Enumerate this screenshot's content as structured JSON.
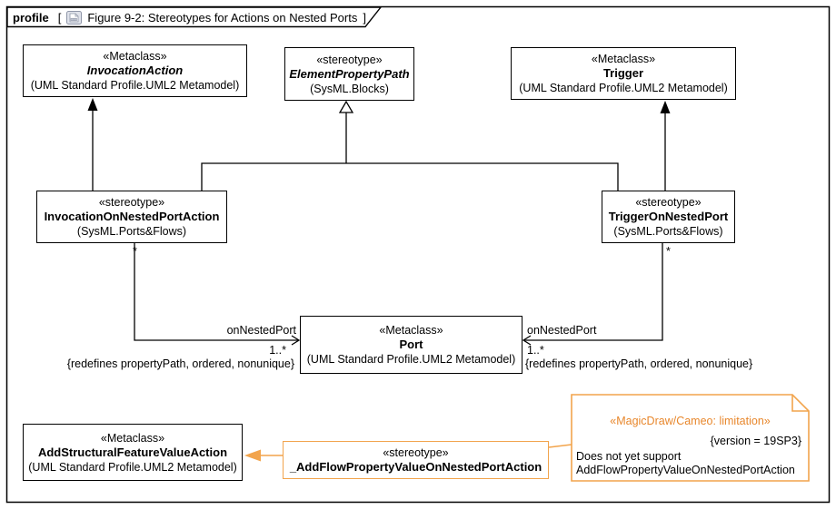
{
  "frame": {
    "kind": "profile",
    "open_bracket": "[",
    "title": "Figure 9-2: Stereotypes for Actions on Nested Ports",
    "close_bracket": "]",
    "icon": "diagram-icon"
  },
  "boxes": {
    "invocation_action": {
      "keyword": "«Metaclass»",
      "name": "InvocationAction",
      "package": "(UML Standard Profile.UML2 Metamodel)"
    },
    "element_property_path": {
      "keyword": "«stereotype»",
      "name": "ElementPropertyPath",
      "package": "(SysML.Blocks)"
    },
    "trigger": {
      "keyword": "«Metaclass»",
      "name": "Trigger",
      "package": "(UML Standard Profile.UML2 Metamodel)"
    },
    "invocation_on_nested_port_action": {
      "keyword": "«stereotype»",
      "name": "InvocationOnNestedPortAction",
      "package": "(SysML.Ports&Flows)"
    },
    "trigger_on_nested_port": {
      "keyword": "«stereotype»",
      "name": "TriggerOnNestedPort",
      "package": "(SysML.Ports&Flows)"
    },
    "port": {
      "keyword": "«Metaclass»",
      "name": "Port",
      "package": "(UML Standard Profile.UML2 Metamodel)"
    },
    "add_structural_feature_value_action": {
      "keyword": "«Metaclass»",
      "name": "AddStructuralFeatureValueAction",
      "package": "(UML Standard Profile.UML2 Metamodel)"
    },
    "add_flow_property_value_on_nested_port_action": {
      "keyword": "«stereotype»",
      "name": "_AddFlowPropertyValueOnNestedPortAction"
    }
  },
  "associations": {
    "left": {
      "role": "onNestedPort",
      "target_multiplicity": "1..*",
      "source_multiplicity": "*",
      "constraint": "{redefines propertyPath, ordered, nonunique}"
    },
    "right": {
      "role": "onNestedPort",
      "target_multiplicity": "1..*",
      "source_multiplicity": "*",
      "constraint": "{redefines propertyPath, ordered, nonunique}"
    }
  },
  "note": {
    "keyword": "«MagicDraw/Cameo: limitation»",
    "tag": "{version = 19SP3}",
    "body": "Does not yet support\nAddFlowPropertyValueOnNestedPortAction"
  },
  "colors": {
    "orange_line": "#F2A44C",
    "orange_text": "#E8872C",
    "black_line": "#000000",
    "background": "#FFFFFF"
  }
}
